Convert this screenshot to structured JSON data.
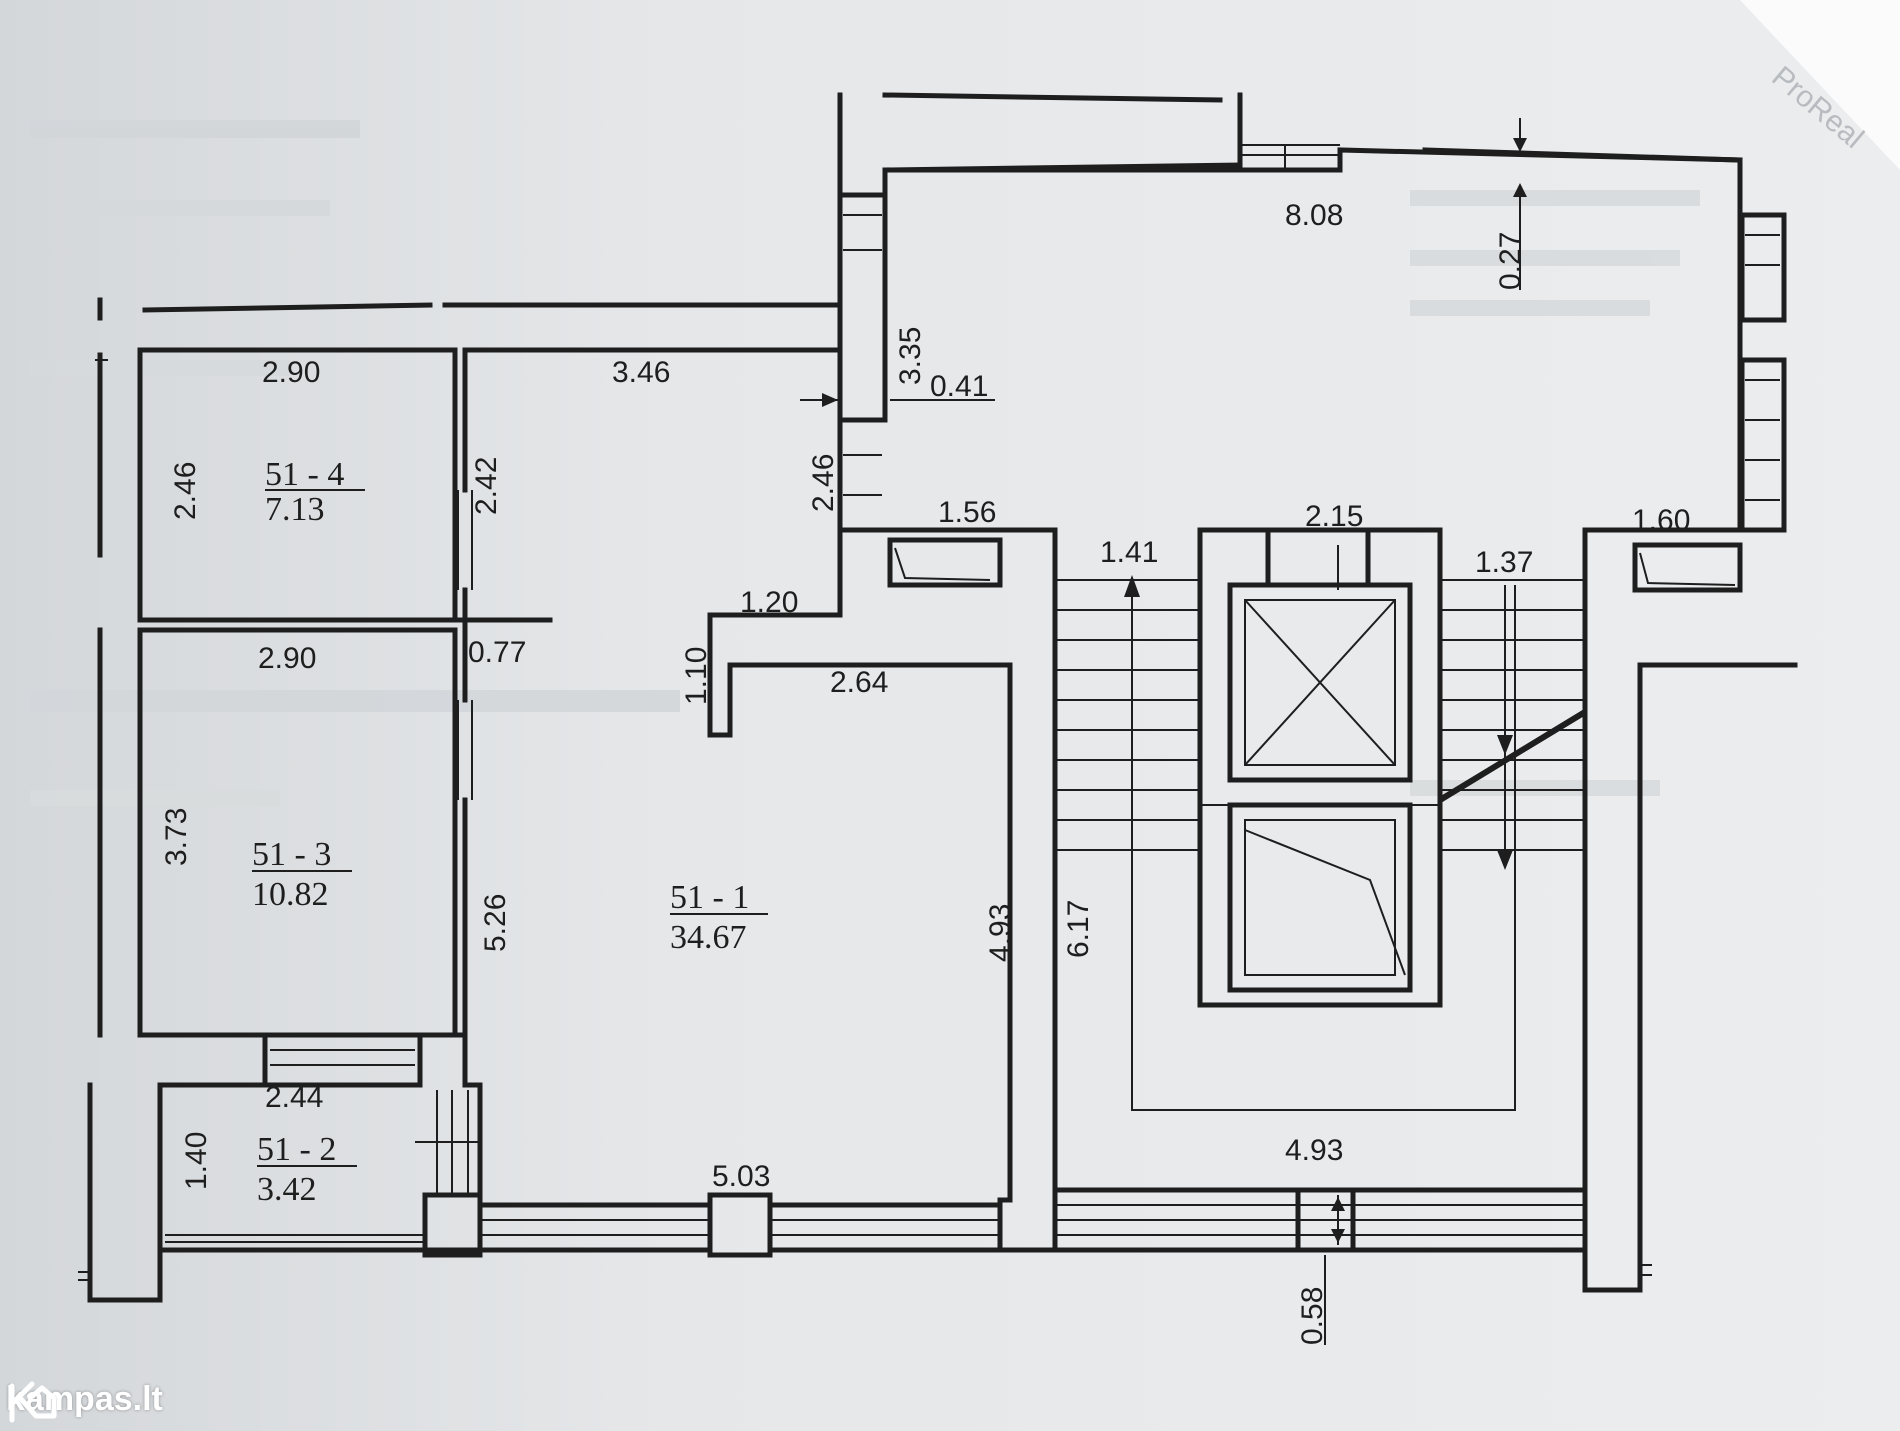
{
  "watermark": {
    "corner": "ProReal",
    "site": "kampas.lt",
    "site_logo_icon": "house-k-icon"
  },
  "rooms": [
    {
      "id": "51-4",
      "label": "51 - 4",
      "area": "7.13"
    },
    {
      "id": "51-3",
      "label": "51 - 3",
      "area": "10.82"
    },
    {
      "id": "51-2",
      "label": "51 - 2",
      "area": "3.42"
    },
    {
      "id": "51-1",
      "label": "51 - 1",
      "area": "34.67"
    }
  ],
  "dimensions": {
    "r4_width": "2.90",
    "r4_height": "2.46",
    "r4_right": "2.42",
    "r3_width": "2.90",
    "r3_height": "3.73",
    "wall_077": "0.77",
    "r2_width": "2.44",
    "r2_height": "1.40",
    "hall_width": "3.46",
    "hall_height": "2.46",
    "hall_120": "1.20",
    "hall_110": "1.10",
    "r1_width": "2.64",
    "r1_left": "5.26",
    "r1_right": "4.93",
    "r1_bottom": "5.03",
    "corr_335": "3.35",
    "corr_041": "0.41",
    "top_808": "8.08",
    "top_027": "0.27",
    "shaft_156": "1.56",
    "flight_141": "1.41",
    "lift_215": "2.15",
    "flight_137": "1.37",
    "shaft_160": "1.60",
    "stair_617": "6.17",
    "balcony_493": "4.93",
    "balcony_058": "0.58"
  },
  "colors": {
    "paper": "#e6e8ea",
    "line": "#1e1e1e"
  }
}
